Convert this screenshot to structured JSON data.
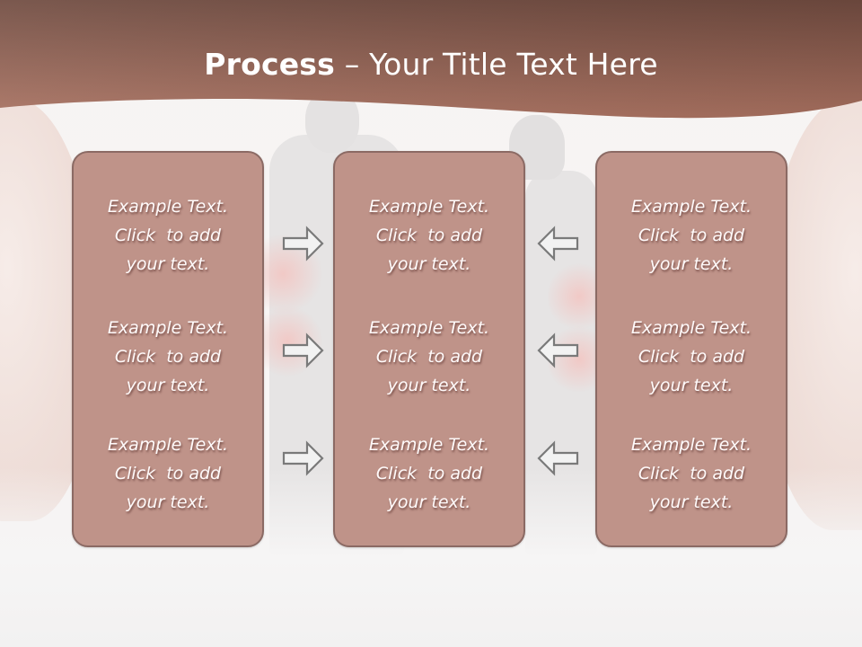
{
  "slide": {
    "title_bold": "Process",
    "title_separator": " – ",
    "title_rest": "Your Title Text Here"
  },
  "colors": {
    "header_dark": "#6f4a3f",
    "header_light": "#a46d5e",
    "box_fill": "#bf9389",
    "box_border": "#8b6a64",
    "arrow_stroke": "#7a7a7a",
    "arrow_fill": "#f2f2f2",
    "text": "#ffffff"
  },
  "columns": [
    {
      "blocks": [
        {
          "line1": "Example Text.",
          "line2": "Click  to add",
          "line3": "your text."
        },
        {
          "line1": "Example Text.",
          "line2": "Click  to add",
          "line3": "your text."
        },
        {
          "line1": "Example Text.",
          "line2": "Click  to add",
          "line3": "your text."
        }
      ]
    },
    {
      "blocks": [
        {
          "line1": "Example Text.",
          "line2": "Click  to add",
          "line3": "your text."
        },
        {
          "line1": "Example Text.",
          "line2": "Click  to add",
          "line3": "your text."
        },
        {
          "line1": "Example Text.",
          "line2": "Click  to add",
          "line3": "your text."
        }
      ]
    },
    {
      "blocks": [
        {
          "line1": "Example Text.",
          "line2": "Click  to add",
          "line3": "your text."
        },
        {
          "line1": "Example Text.",
          "line2": "Click  to add",
          "line3": "your text."
        },
        {
          "line1": "Example Text.",
          "line2": "Click  to add",
          "line3": "your text."
        }
      ]
    }
  ],
  "arrows": {
    "left_group": {
      "direction": "right",
      "count": 3,
      "icon": "arrow-right-outline-icon"
    },
    "right_group": {
      "direction": "left",
      "count": 3,
      "icon": "arrow-left-outline-icon"
    }
  }
}
